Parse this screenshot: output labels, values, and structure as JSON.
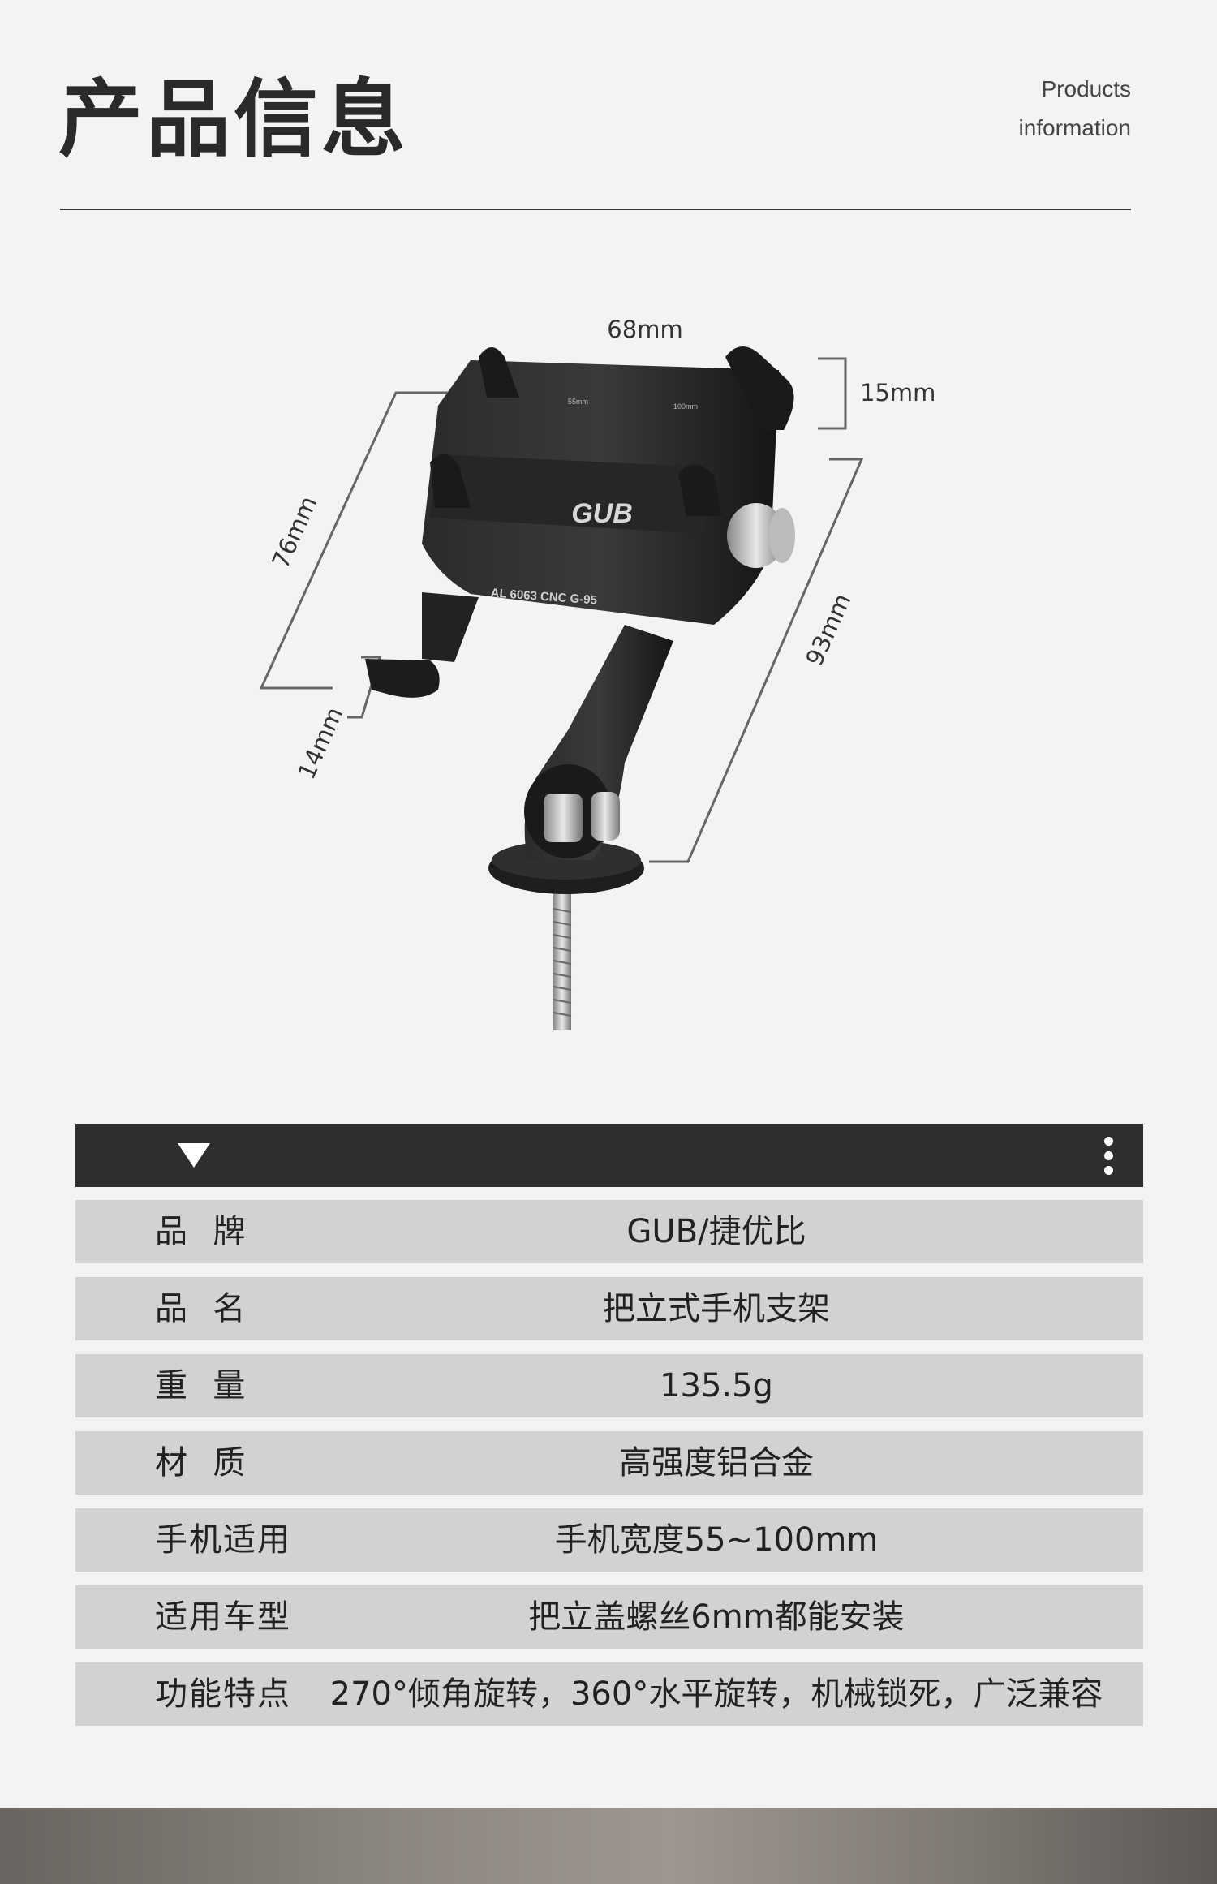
{
  "header": {
    "title": "产品信息",
    "title_en_line1": "Products",
    "title_en_line2": "information"
  },
  "product_image": {
    "dimensions": {
      "width": "68mm",
      "clamp_depth": "15mm",
      "height": "76mm",
      "arm_length": "93mm",
      "lip": "14mm"
    },
    "engraving": {
      "logo": "GUB",
      "model": "AL 6063 CNC G-95",
      "scale_min": "55mm",
      "scale_max": "100mm"
    }
  },
  "specs": {
    "rows": [
      {
        "key": "品  牌",
        "value": "GUB/捷优比"
      },
      {
        "key": "品  名",
        "value": "把立式手机支架"
      },
      {
        "key": "重  量",
        "value": "135.5g"
      },
      {
        "key": "材  质",
        "value": "高强度铝合金"
      },
      {
        "key": "手机适用",
        "value": "手机宽度55~100mm"
      },
      {
        "key": "适用车型",
        "value": "把立盖螺丝6mm都能安装"
      },
      {
        "key": "功能特点",
        "value": "270°倾角旋转，360°水平旋转，机械锁死，广泛兼容"
      }
    ]
  }
}
